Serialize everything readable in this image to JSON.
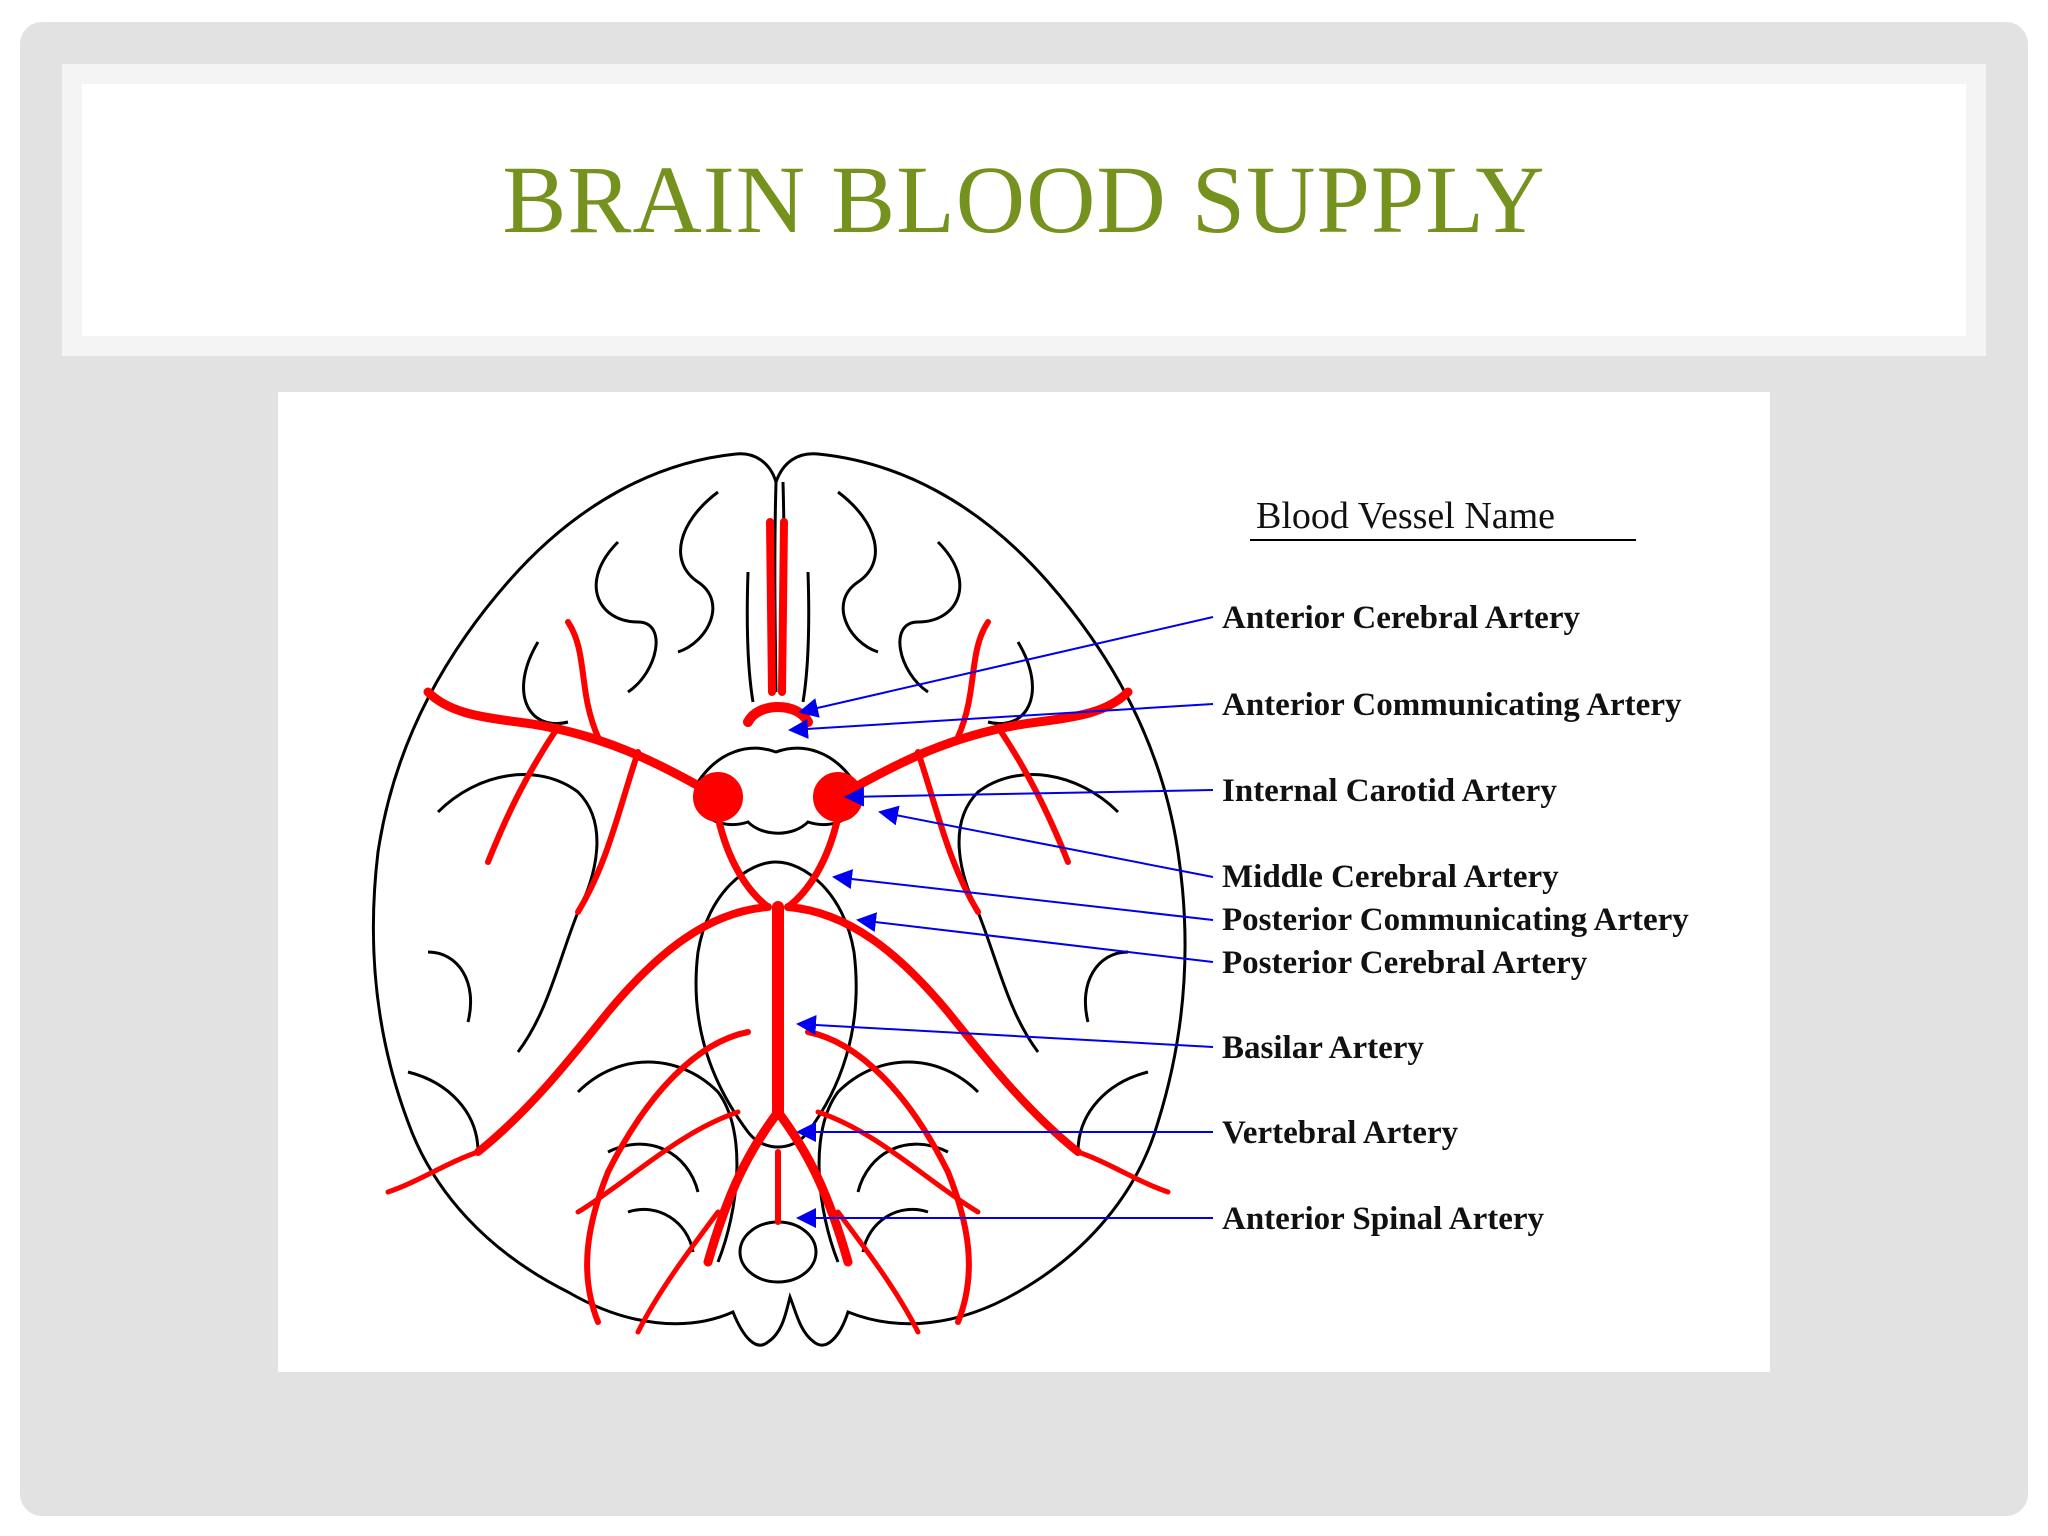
{
  "slide": {
    "title": "BRAIN BLOOD SUPPLY"
  },
  "diagram": {
    "legend_title": "Blood Vessel Name",
    "labels": [
      "Anterior Cerebral Artery",
      "Anterior Communicating Artery",
      "Internal Carotid Artery",
      "Middle Cerebral Artery",
      "Posterior Communicating Artery",
      "Posterior Cerebral Artery",
      "Basilar Artery",
      "Vertebral Artery",
      "Anterior Spinal Artery"
    ]
  },
  "colors": {
    "title": "#76921e",
    "vessel": "#ff0000",
    "pointer": "#0000ee",
    "outline": "#000000"
  }
}
